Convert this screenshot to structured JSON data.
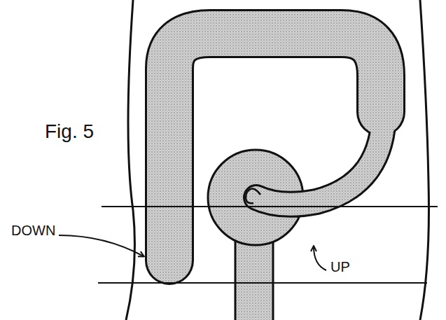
{
  "diagram": {
    "caption": "Fig. 5",
    "labels": [
      "DOWN",
      "UP"
    ]
  }
}
